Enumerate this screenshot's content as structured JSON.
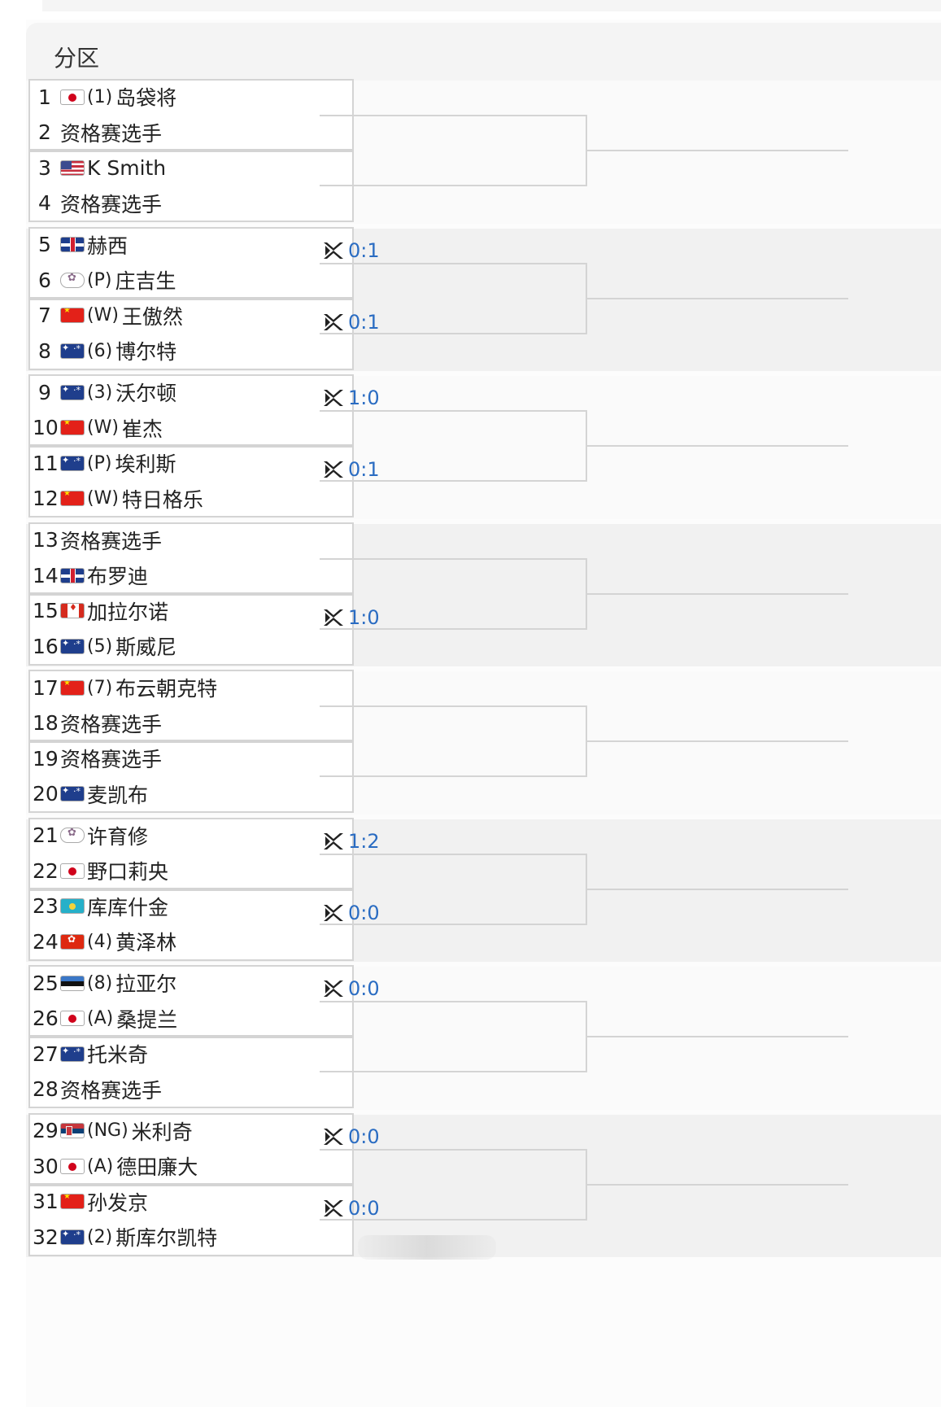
{
  "header": {
    "title": "分区"
  },
  "players": [
    {
      "num": "1",
      "flag": "jp",
      "seed": "(1)",
      "name": "岛袋将"
    },
    {
      "num": "2",
      "flag": "",
      "seed": "",
      "name": "资格赛选手"
    },
    {
      "num": "3",
      "flag": "us",
      "seed": "",
      "name": "K Smith"
    },
    {
      "num": "4",
      "flag": "",
      "seed": "",
      "name": "资格赛选手"
    },
    {
      "num": "5",
      "flag": "gb",
      "seed": "",
      "name": "赫西"
    },
    {
      "num": "6",
      "flag": "tpe",
      "seed": "(P)",
      "name": "庄吉生"
    },
    {
      "num": "7",
      "flag": "cn",
      "seed": "(W)",
      "name": "王傲然"
    },
    {
      "num": "8",
      "flag": "au",
      "seed": "(6)",
      "name": "博尔特"
    },
    {
      "num": "9",
      "flag": "au",
      "seed": "(3)",
      "name": "沃尔顿"
    },
    {
      "num": "10",
      "flag": "cn",
      "seed": "(W)",
      "name": "崔杰"
    },
    {
      "num": "11",
      "flag": "au",
      "seed": "(P)",
      "name": "埃利斯"
    },
    {
      "num": "12",
      "flag": "cn",
      "seed": "(W)",
      "name": "特日格乐"
    },
    {
      "num": "13",
      "flag": "",
      "seed": "",
      "name": "资格赛选手"
    },
    {
      "num": "14",
      "flag": "gb",
      "seed": "",
      "name": "布罗迪"
    },
    {
      "num": "15",
      "flag": "ca",
      "seed": "",
      "name": "加拉尔诺"
    },
    {
      "num": "16",
      "flag": "au",
      "seed": "(5)",
      "name": "斯威尼"
    },
    {
      "num": "17",
      "flag": "cn",
      "seed": "(7)",
      "name": "布云朝克特"
    },
    {
      "num": "18",
      "flag": "",
      "seed": "",
      "name": "资格赛选手"
    },
    {
      "num": "19",
      "flag": "",
      "seed": "",
      "name": "资格赛选手"
    },
    {
      "num": "20",
      "flag": "au",
      "seed": "",
      "name": "麦凯布"
    },
    {
      "num": "21",
      "flag": "tpe",
      "seed": "",
      "name": "许育修"
    },
    {
      "num": "22",
      "flag": "jp",
      "seed": "",
      "name": "野口莉央"
    },
    {
      "num": "23",
      "flag": "kz",
      "seed": "",
      "name": "库库什金"
    },
    {
      "num": "24",
      "flag": "hk",
      "seed": "(4)",
      "name": "黄泽林"
    },
    {
      "num": "25",
      "flag": "ee",
      "seed": "(8)",
      "name": "拉亚尔"
    },
    {
      "num": "26",
      "flag": "jp",
      "seed": "(A)",
      "name": "桑提兰"
    },
    {
      "num": "27",
      "flag": "au",
      "seed": "",
      "name": "托米奇"
    },
    {
      "num": "28",
      "flag": "",
      "seed": "",
      "name": "资格赛选手"
    },
    {
      "num": "29",
      "flag": "rs",
      "seed": "(NG)",
      "name": "米利奇"
    },
    {
      "num": "30",
      "flag": "jp",
      "seed": "(A)",
      "name": "德田廉大"
    },
    {
      "num": "31",
      "flag": "cn",
      "seed": "",
      "name": "孙发京"
    },
    {
      "num": "32",
      "flag": "au",
      "seed": "(2)",
      "name": "斯库尔凯特"
    }
  ],
  "h2h": [
    {
      "match": 3,
      "score": "0:1"
    },
    {
      "match": 4,
      "score": "0:1"
    },
    {
      "match": 5,
      "score": "1:0"
    },
    {
      "match": 6,
      "score": "0:1"
    },
    {
      "match": 8,
      "score": "1:0"
    },
    {
      "match": 11,
      "score": "1:2"
    },
    {
      "match": 12,
      "score": "0:0"
    },
    {
      "match": 13,
      "score": "0:0"
    },
    {
      "match": 15,
      "score": "0:0"
    },
    {
      "match": 16,
      "score": "0:0"
    }
  ],
  "colors": {
    "link_blue": "#2a6cc2",
    "border": "#d4d4d4",
    "shaded_bg": "#f1f1f1"
  }
}
